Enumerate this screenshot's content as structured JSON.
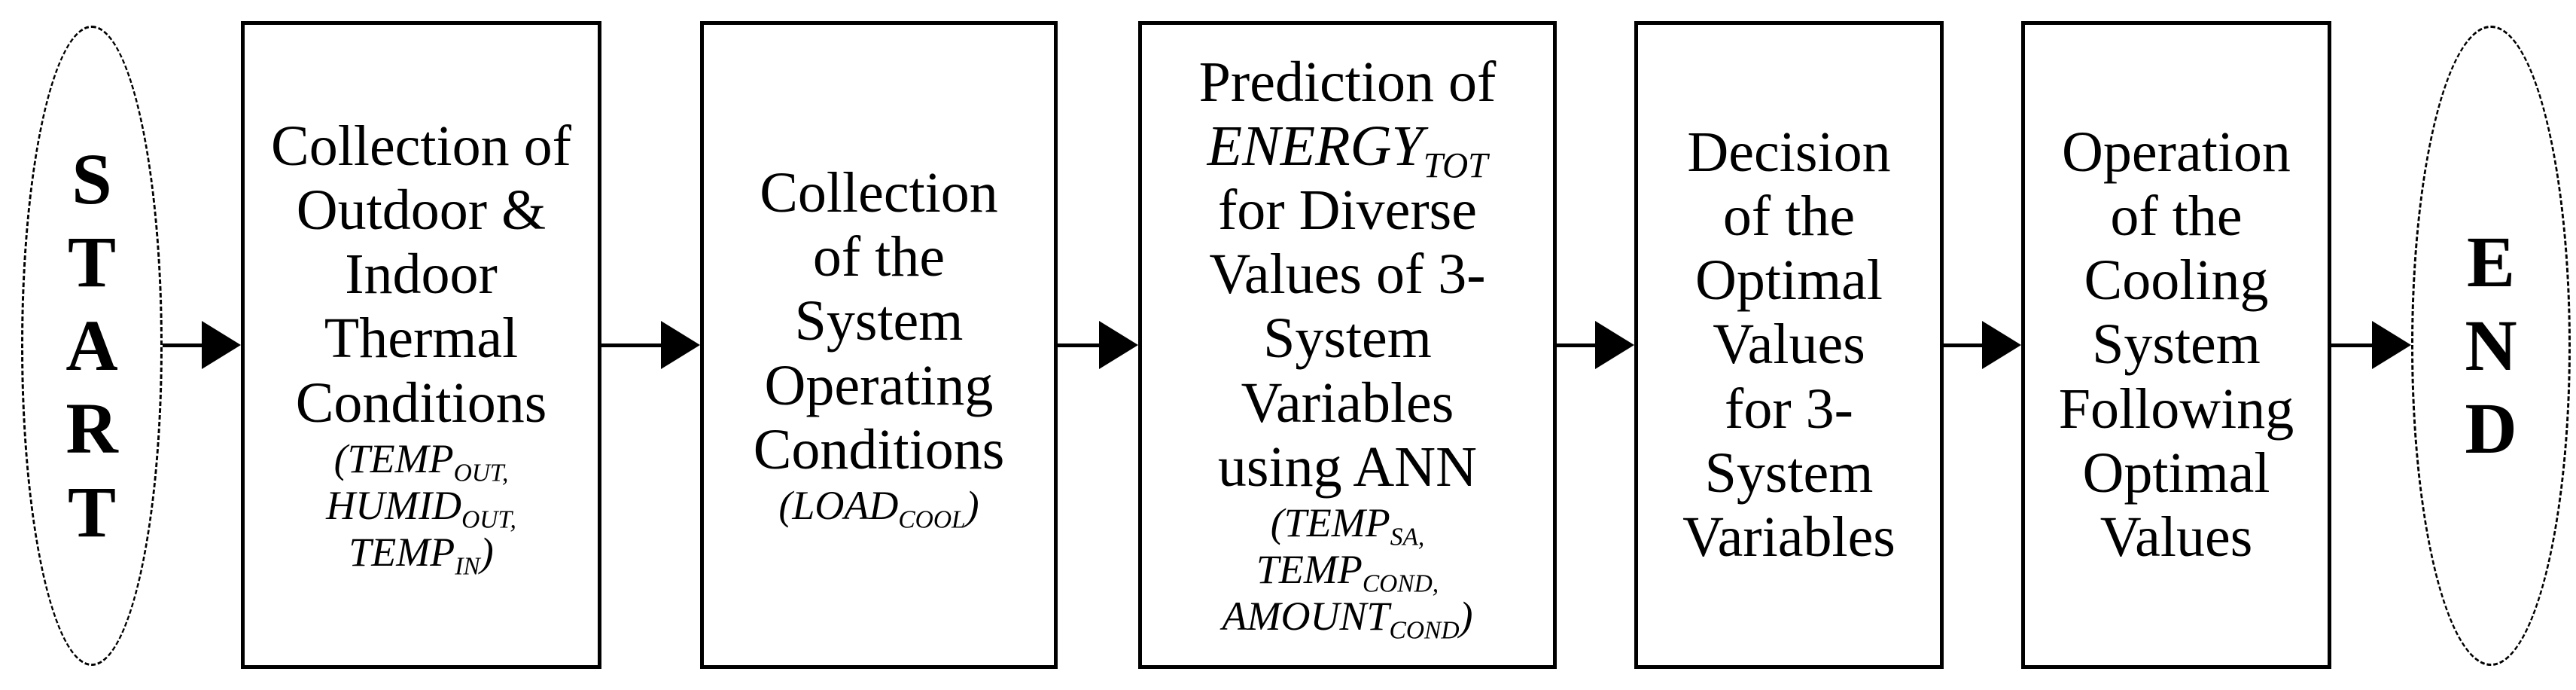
{
  "colors": {
    "ink": "#000000",
    "paper": "#ffffff"
  },
  "diagram": {
    "start": {
      "letters": [
        "S",
        "T",
        "A",
        "R",
        "T"
      ]
    },
    "end": {
      "letters": [
        "E",
        "N",
        "D"
      ]
    },
    "steps": [
      {
        "name": "collection-outdoor-indoor-thermal-conditions",
        "title_lines": [
          "Collection of",
          "Outdoor &",
          "Indoor",
          "Thermal",
          "Conditions"
        ],
        "param_lines": [
          [
            {
              "text": "(TEMP"
            },
            {
              "sub": "OUT,"
            }
          ],
          [
            {
              "text": "HUMID"
            },
            {
              "sub": "OUT,"
            }
          ],
          [
            {
              "text": "TEMP"
            },
            {
              "sub": "IN"
            },
            {
              "text": ")"
            }
          ]
        ]
      },
      {
        "name": "collection-system-operating-conditions",
        "title_lines": [
          "Collection",
          "of the",
          "System",
          "Operating",
          "Conditions"
        ],
        "param_lines": [
          [
            {
              "text": "(LOAD"
            },
            {
              "sub": "COOL"
            },
            {
              "text": ")"
            }
          ]
        ]
      },
      {
        "name": "prediction-energy-tot-using-ann",
        "title_lines": [
          "Prediction of",
          [
            {
              "text": "ENERGY",
              "italic": true
            },
            {
              "sub": "TOT"
            }
          ],
          "for Diverse",
          "Values of 3-",
          "System",
          "Variables",
          "using ANN"
        ],
        "param_lines": [
          [
            {
              "text": "(TEMP"
            },
            {
              "sub": "SA,"
            }
          ],
          [
            {
              "text": "TEMP"
            },
            {
              "sub": "COND,"
            }
          ],
          [
            {
              "text": "AMOUNT"
            },
            {
              "sub": "COND"
            },
            {
              "text": ")"
            }
          ]
        ]
      },
      {
        "name": "decision-optimal-values",
        "title_lines": [
          "Decision",
          "of the",
          "Optimal",
          "Values",
          "for 3-",
          "System",
          "Variables"
        ],
        "param_lines": []
      },
      {
        "name": "operation-cooling-system",
        "title_lines": [
          "Operation",
          "of the",
          "Cooling",
          "System",
          "Following",
          "Optimal",
          "Values"
        ],
        "param_lines": []
      }
    ]
  }
}
